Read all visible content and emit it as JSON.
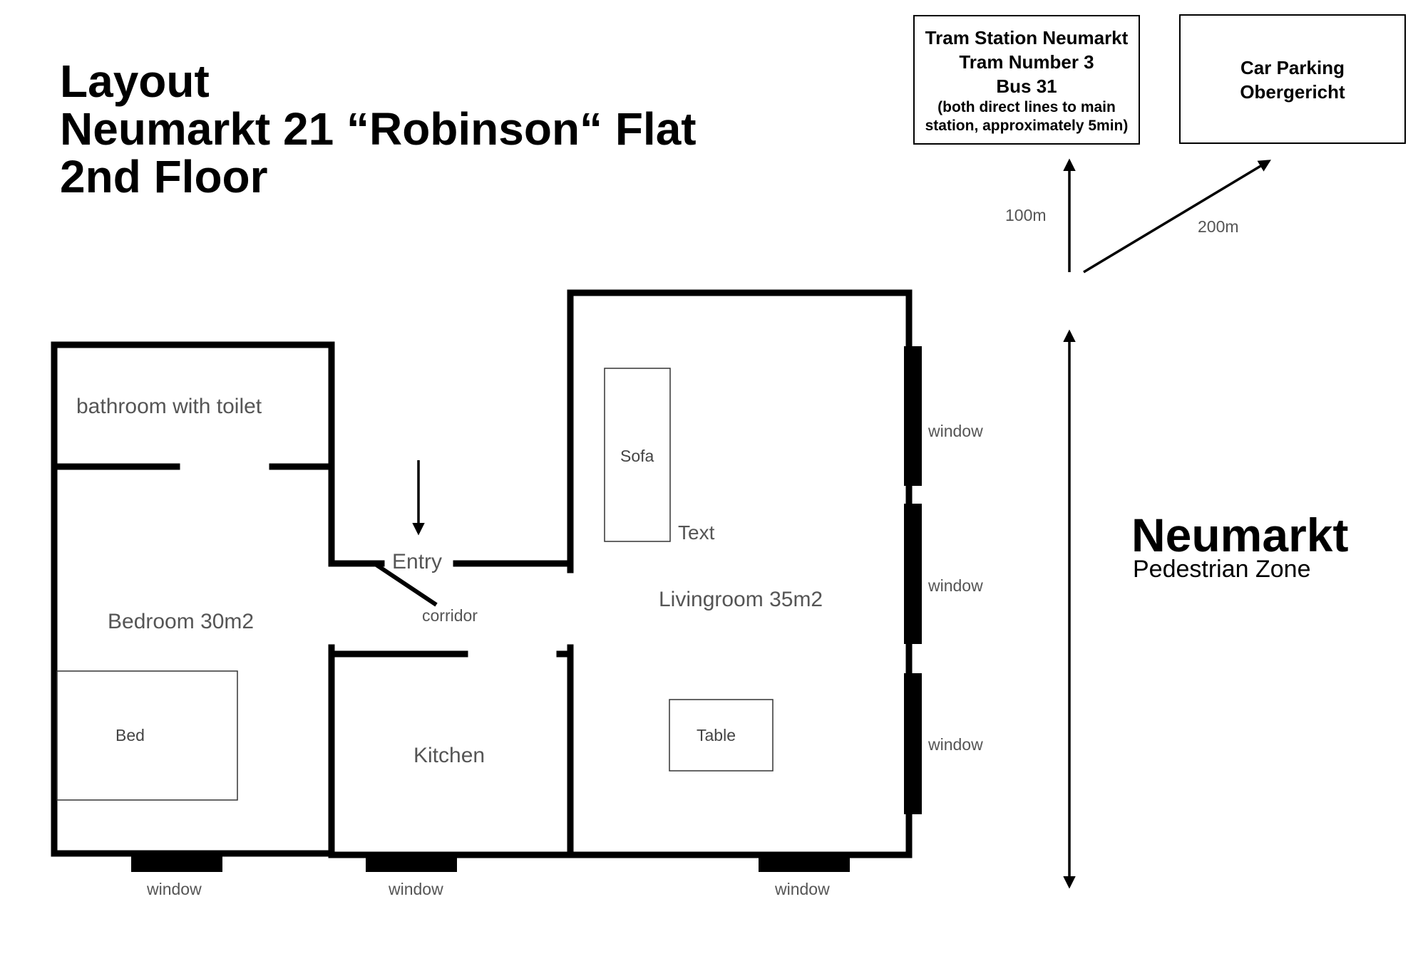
{
  "title": {
    "line1": "Layout",
    "line2": "Neumarkt 21 “Robinson“ Flat",
    "line3": "2nd Floor"
  },
  "rooms": {
    "bathroom": "bathroom with toilet",
    "bedroom": "Bedroom 30m2",
    "entry": "Entry",
    "corridor": "corridor",
    "kitchen": "Kitchen",
    "livingroom": "Livingroom 35m2"
  },
  "furniture": {
    "sofa": "Sofa",
    "text": "Text",
    "bed": "Bed",
    "table": "Table"
  },
  "window_label": "window",
  "tram_box": {
    "line1": "Tram Station Neumarkt",
    "line2": "Tram Number 3",
    "line3": "Bus 31",
    "note1": "(both direct lines to main",
    "note2": "station, approximately 5min)"
  },
  "parking_box": {
    "line1": "Car Parking",
    "line2": "Obergericht"
  },
  "distances": {
    "tram": "100m",
    "parking": "200m"
  },
  "street": {
    "name": "Neumarkt",
    "sub": "Pedestrian Zone"
  }
}
